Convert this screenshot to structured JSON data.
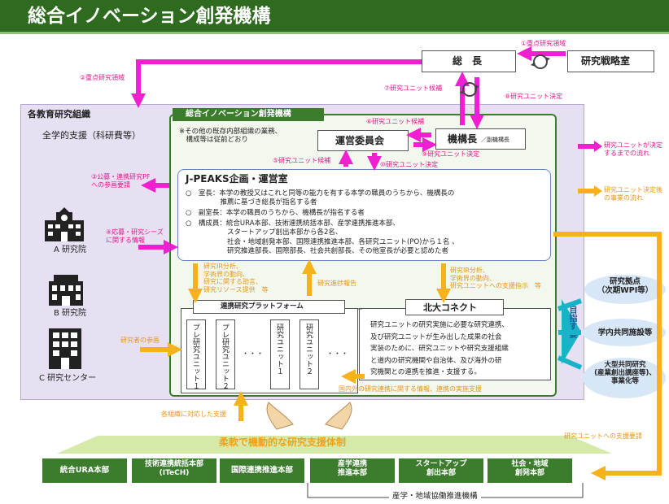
{
  "header": {
    "title": "総合イノベーション創発機構"
  },
  "top": {
    "president": "総　長",
    "strategy_office": "研究戦略室",
    "f1": "①重点研究領域",
    "f2": "②重点研究領域",
    "f7": "⑦研究ユニット候補",
    "f8": "⑧研究ユニット決定"
  },
  "outer": {
    "title": "各教育研究組織",
    "support": "全学的支援（科研費等）",
    "f3": "③公募・連携研究PF\nへの参画要請",
    "f4": "④応募・研究シーズ\nに関する情報",
    "inst_a": "A 研究院",
    "inst_b": "B 研究院",
    "inst_c": "C 研究センター",
    "researcher_participation": "研究者の参画"
  },
  "org": {
    "title": "総合イノベーション創発機構",
    "note": "※その他の既存内部組織の業務、\n　構成等は従前どおり",
    "committee": "運営委員会",
    "director_main": "機構長",
    "director_sub": "／副機構長",
    "f5": "⑤研究ユニット候補",
    "f6": "⑥研究ユニット候補",
    "f9": "⑨研究ユニット決定",
    "f10": "⑩研究ユニット決定"
  },
  "jpeaks": {
    "title": "J-PEAKS企画・運営室",
    "lines": [
      "○　室長：本学の教授又はこれと同等の能力を有する本学の職員のうちから、機構長の",
      "　　　　　推薦に基づき総長が指名する者",
      "○　副室長：本学の職員のうちから、機構長が指名する者",
      "○　構成員：統合URA本部、技術連携統括本部、産学連携推進本部、",
      "　　　　　　スタートアップ創出本部から各2名、",
      "　　　　　　社会・地域創発本部、国際連携推進本部、各研究ユニット(PO)から１名 、",
      "　　　　　　研究推進部長、国際部長、社会共創部長、その他室長が必要と認めた者"
    ]
  },
  "mid_labels": {
    "left_support": "研究IR分析、\n学術界の動向、\n研究に関する助言、\n研究リソース提供　等",
    "progress_report": "研究進捗報告",
    "right_support": "研究IR分析、\n学術界の動向、\n研究ユニットへの支援指示　等"
  },
  "platform": {
    "title": "連携研究プラットフォーム",
    "units": [
      "プレ研究ユニット１",
      "プレ研究ユニット２",
      "研究ユニット１",
      "研究ユニット２"
    ],
    "dots": "・・・"
  },
  "connect": {
    "title": "北大コネクト",
    "body": "研究ユニットの研究実施に必要な研究連携、\n及び研究ユニットが生み出した成果の社会\n実装のために、研究ユニットや研究支援組織\nと道内の研究機関や自治体、及び海外の研\n究機関との連携を推進・支援する。",
    "info": "国内外の研究連携に関する情報、連携の実施支援"
  },
  "goals": {
    "label": "目指す姿",
    "items": [
      "研究拠点\n（次期WPI等）",
      "学内共同施設等",
      "大型共同研究\n(産業創出講座等)、\n事業化等"
    ]
  },
  "legend": {
    "pink": "研究ユニットが決定\nするまでの流れ",
    "orange": "研究ユニット決定後\nの事業の流れ"
  },
  "bottom": {
    "support_label": "各組織に対応した支援",
    "flexible": "柔軟で機動的な研究支援体制",
    "request": "研究ユニットへの支援要請",
    "depts": [
      "統合URA本部",
      "技術連携統括本部\n(ITeCH)",
      "国際連携推進本部",
      "産学連携\n推進本部",
      "スタートアップ\n創出本部",
      "社会・地域\n創発本部"
    ],
    "network": "産学・地域協働推進機構"
  },
  "colors": {
    "header_green": "#2e6b1f",
    "pink": "#f01fd0",
    "orange": "#f5b21b",
    "purple_bg": "#e6e0f2",
    "dark_green": "#3b7d2c"
  }
}
